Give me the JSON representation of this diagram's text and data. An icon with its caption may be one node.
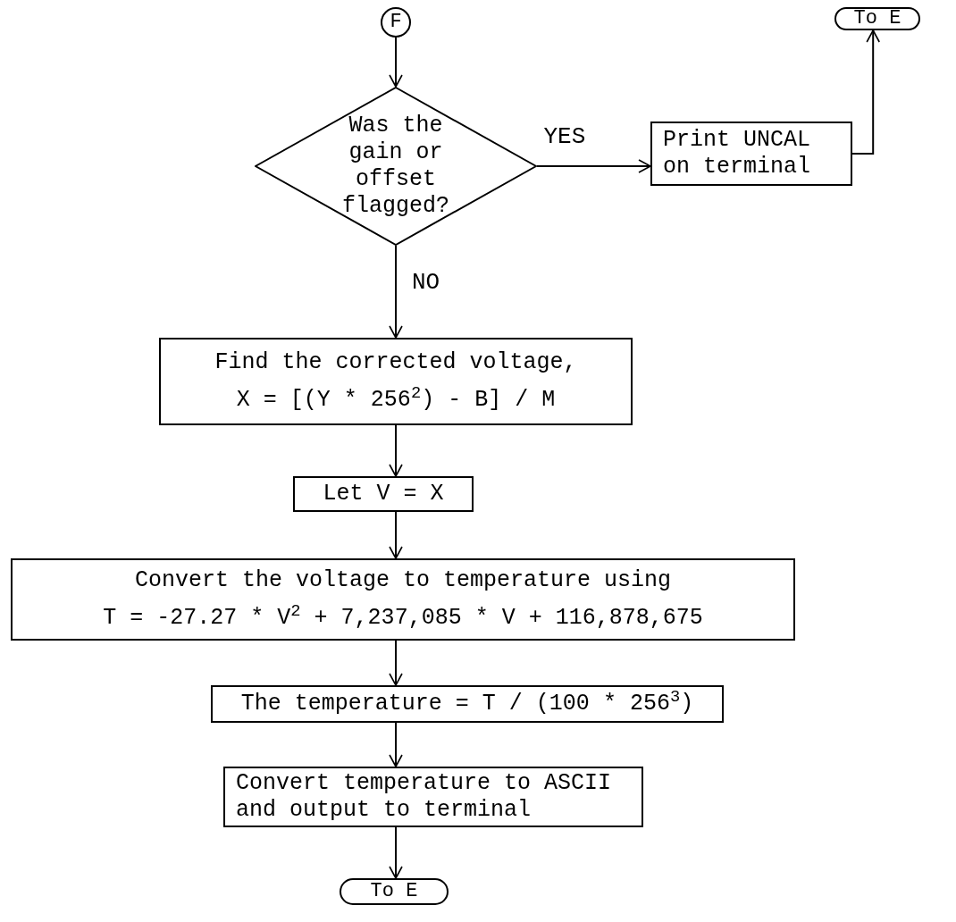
{
  "diagram": {
    "nodes": [
      {
        "text": [
          "F"
        ]
      },
      {
        "text": [
          "Was the gain or offset flagged?"
        ]
      },
      {
        "text": [
          "Print UNCAL on terminal"
        ]
      },
      {
        "text": [
          "To E"
        ]
      },
      {
        "text": [
          "Find the corrected voltage,",
          "X = [(Y * 256$^{2}$) - B] / M"
        ]
      },
      {
        "text": [
          "Let V = X"
        ]
      },
      {
        "text": [
          "Convert the voltage to temperature using",
          "T = -27.27 * V$^{2}$ + 7,237,085 * V + 116,878,675"
        ]
      },
      {
        "text": [
          "The temperature = T / (100 * 256$^{3}$)"
        ]
      },
      {
        "text": [
          "Convert temperature to ASCII and output to terminal"
        ]
      },
      {
        "text": [
          "To E"
        ]
      }
    ],
    "edges": [
      {
        "from": 0,
        "to": 1,
        "arrow": "to"
      },
      {
        "from": 1,
        "to": 2,
        "arrow": "to",
        "label": "YES"
      },
      {
        "from": 2,
        "to": 3,
        "arrow": "to"
      },
      {
        "from": 1,
        "to": 4,
        "arrow": "to",
        "label": "NO"
      },
      {
        "from": 4,
        "to": 5,
        "arrow": "to"
      },
      {
        "from": 5,
        "to": 6,
        "arrow": "to"
      },
      {
        "from": 6,
        "to": 7,
        "arrow": "to"
      },
      {
        "from": 7,
        "to": 8,
        "arrow": "to"
      },
      {
        "from": 8,
        "to": 9,
        "arrow": "to"
      }
    ]
  }
}
